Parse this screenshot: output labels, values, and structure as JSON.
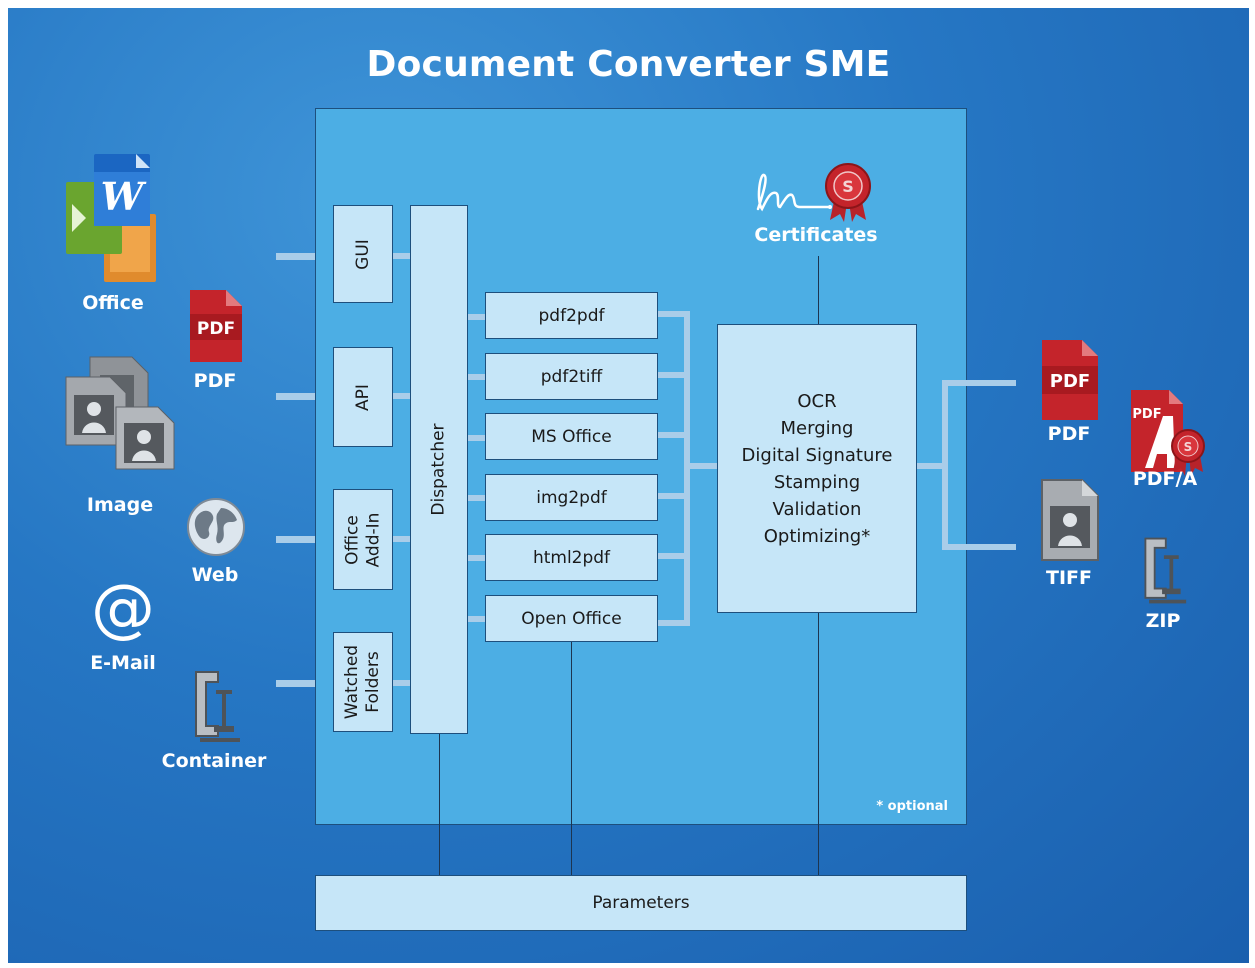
{
  "title": "Document Converter SME",
  "inputs": {
    "office": "Office",
    "pdf": "PDF",
    "image": "Image",
    "web": "Web",
    "email": "E-Mail",
    "container": "Container"
  },
  "interfaces": [
    {
      "label": "GUI"
    },
    {
      "label": "API"
    },
    {
      "line1": "Office",
      "line2": "Add-In"
    },
    {
      "line1": "Watched",
      "line2": "Folders"
    }
  ],
  "dispatcher": "Dispatcher",
  "converters": [
    "pdf2pdf",
    "pdf2tiff",
    "MS Office",
    "img2pdf",
    "html2pdf",
    "Open Office"
  ],
  "certificates": "Certificates",
  "processing": [
    "OCR",
    "Merging",
    "Digital Signature",
    "Stamping",
    "Validation",
    "Optimizing*"
  ],
  "optional_note": "* optional",
  "parameters": "Parameters",
  "outputs": {
    "pdf": "PDF",
    "pdfa": "PDF/A",
    "tiff": "TIFF",
    "zip": "ZIP"
  },
  "icon_text": {
    "pdf": "PDF",
    "word": "W",
    "at": "@",
    "seal": "S"
  },
  "colors": {
    "background": "#2677c4",
    "main_box": "#4caee4",
    "component_box": "#c6e6f8",
    "connector": "#a9cde9",
    "pdf_red": "#c4242b"
  }
}
